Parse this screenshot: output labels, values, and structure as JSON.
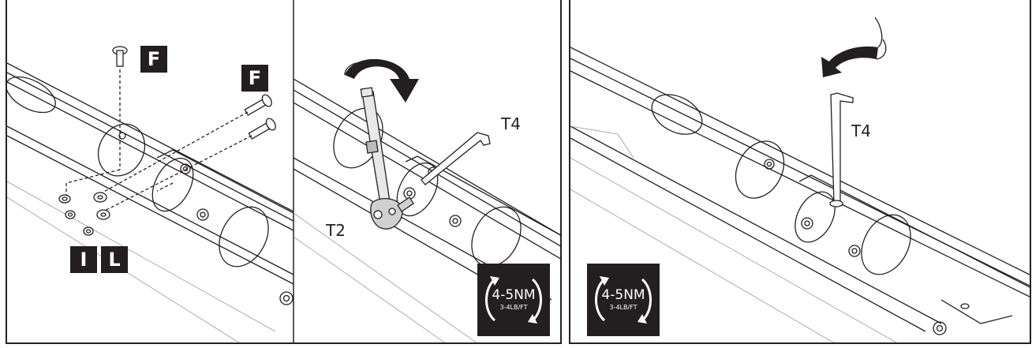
{
  "left_panel": {
    "inset": {
      "badges": {
        "bolt_top": "F",
        "bolt_side": "F",
        "washer": "I",
        "nut": "L"
      }
    },
    "tools": {
      "wrench": "T2",
      "key": "T4"
    },
    "torque": {
      "value": "4-5NM",
      "alt": "3-4LB/FT"
    }
  },
  "right_panel": {
    "tools": {
      "key": "T4"
    },
    "torque": {
      "value": "4-5NM",
      "alt": "3-4LB/FT"
    }
  }
}
